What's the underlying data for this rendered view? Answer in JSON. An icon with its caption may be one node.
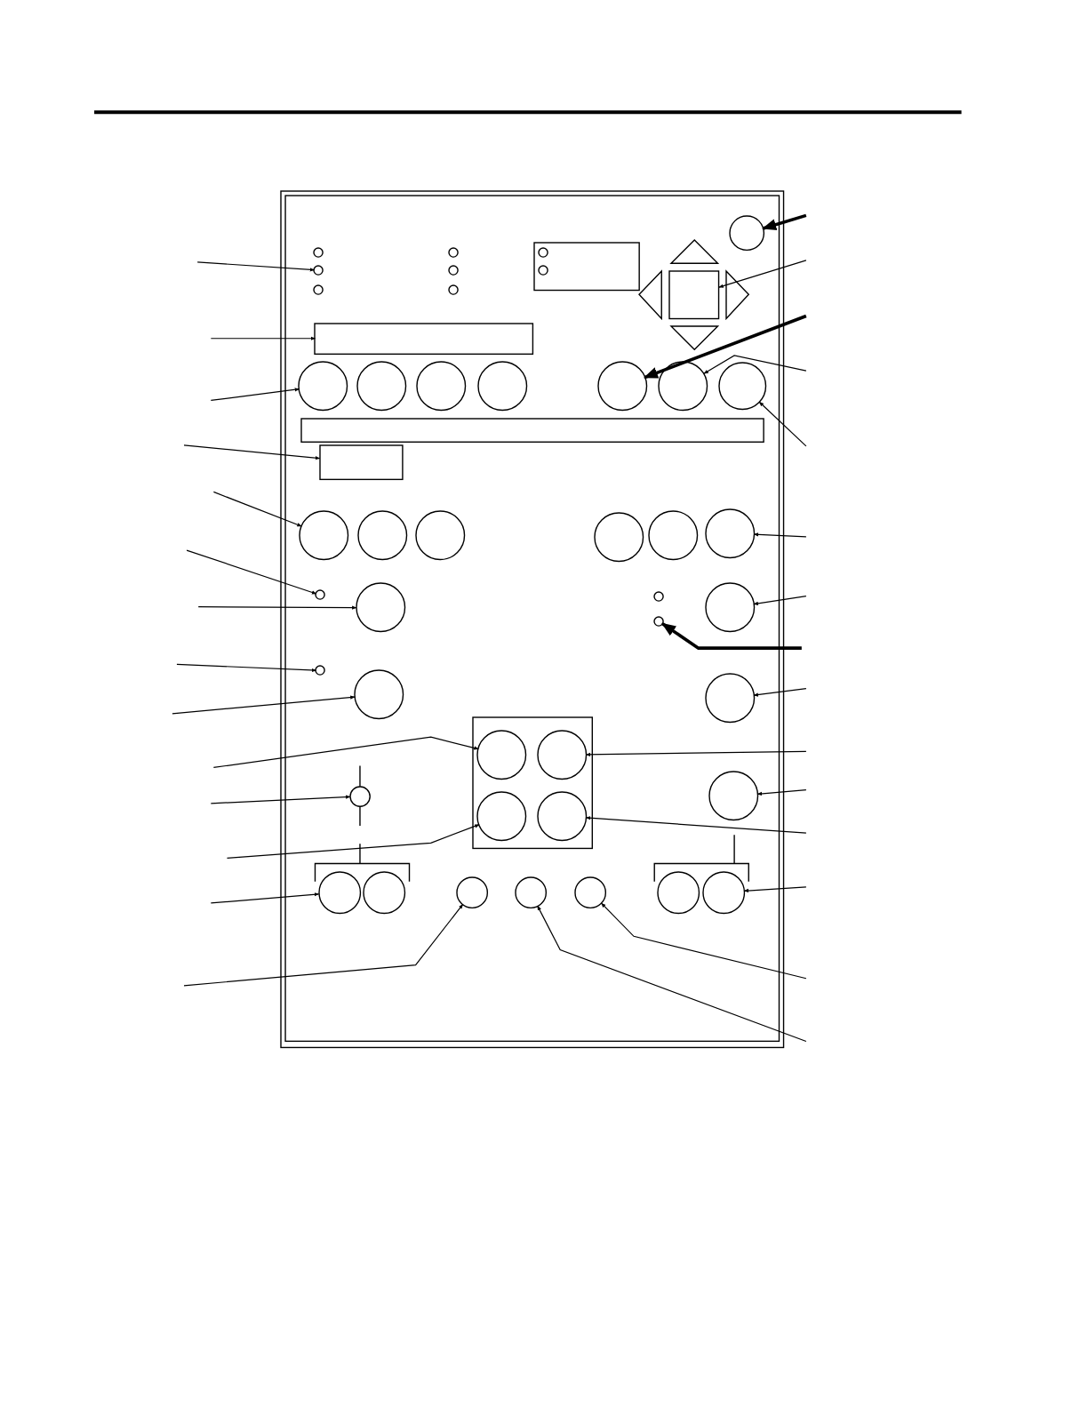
{
  "diagram": {
    "nodes": [
      {
        "text": [],
        "shape": "box"
      },
      {
        "text": [],
        "shape": "circle",
        "in": 0
      },
      {
        "text": [],
        "shape": "circle",
        "in": 0
      },
      {
        "text": [],
        "shape": "circle",
        "in": 0
      },
      {
        "text": [],
        "shape": "circle",
        "in": 0
      },
      {
        "text": [],
        "shape": "circle",
        "in": 0
      },
      {
        "text": [],
        "shape": "circle",
        "in": 0
      },
      {
        "text": [],
        "shape": "box",
        "in": 0
      },
      {
        "text": [],
        "shape": "circle",
        "in": 7
      },
      {
        "text": [],
        "shape": "circle",
        "in": 7
      },
      {
        "text": [],
        "shape": "circle",
        "in": 0
      },
      {
        "text": [],
        "shape": "triangle",
        "in": 0
      },
      {
        "text": [],
        "shape": "triangle",
        "in": 0
      },
      {
        "text": [],
        "shape": "box",
        "in": 0
      },
      {
        "text": [],
        "shape": "triangle",
        "in": 0
      },
      {
        "text": [],
        "shape": "triangle",
        "in": 0
      },
      {
        "text": [],
        "shape": "box",
        "in": 0
      },
      {
        "text": [],
        "shape": "circle",
        "in": 0
      },
      {
        "text": [],
        "shape": "circle",
        "in": 0
      },
      {
        "text": [],
        "shape": "circle",
        "in": 0
      },
      {
        "text": [],
        "shape": "circle",
        "in": 0
      },
      {
        "text": [],
        "shape": "circle",
        "in": 0
      },
      {
        "text": [],
        "shape": "circle",
        "in": 0
      },
      {
        "text": [],
        "shape": "circle",
        "in": 0
      },
      {
        "text": [],
        "shape": "bar",
        "in": 0
      },
      {
        "text": [],
        "shape": "box",
        "in": 0
      },
      {
        "text": [],
        "shape": "circle",
        "in": 0
      },
      {
        "text": [],
        "shape": "circle",
        "in": 0
      },
      {
        "text": [],
        "shape": "circle",
        "in": 0
      },
      {
        "text": [],
        "shape": "circle",
        "in": 0
      },
      {
        "text": [],
        "shape": "circle",
        "in": 0
      },
      {
        "text": [],
        "shape": "circle",
        "in": 0
      },
      {
        "text": [],
        "shape": "circle",
        "in": 0
      },
      {
        "text": [],
        "shape": "circle",
        "in": 0
      },
      {
        "text": [],
        "shape": "circle",
        "in": 0
      },
      {
        "text": [],
        "shape": "circle",
        "in": 0
      },
      {
        "text": [],
        "shape": "circle",
        "in": 0
      },
      {
        "text": [],
        "shape": "circle",
        "in": 0
      },
      {
        "text": [],
        "shape": "circle",
        "in": 0
      },
      {
        "text": [],
        "shape": "circle",
        "in": 0
      },
      {
        "text": [],
        "shape": "box",
        "in": 0
      },
      {
        "text": [],
        "shape": "circle",
        "in": 40
      },
      {
        "text": [],
        "shape": "circle",
        "in": 40
      },
      {
        "text": [],
        "shape": "circle",
        "in": 40
      },
      {
        "text": [],
        "shape": "circle",
        "in": 40
      },
      {
        "text": [],
        "shape": "circle",
        "in": 0
      },
      {
        "text": [],
        "shape": "circle",
        "in": 0
      },
      {
        "text": [],
        "shape": "circle",
        "in": 0
      },
      {
        "text": [],
        "shape": "circle",
        "in": 0
      },
      {
        "text": [],
        "shape": "circle",
        "in": 0
      },
      {
        "text": [],
        "shape": "circle",
        "in": 0
      },
      {
        "text": [],
        "shape": "circle",
        "in": 0
      },
      {
        "text": [],
        "shape": "circle",
        "in": 0
      },
      {
        "text": [],
        "shape": "circle",
        "in": 0
      }
    ],
    "edges": [
      {
        "from": null,
        "to": 2,
        "arrow": "to"
      },
      {
        "from": null,
        "to": 10,
        "arrow": "to",
        "style": "thick"
      },
      {
        "from": null,
        "to": 13,
        "arrow": "to"
      },
      {
        "from": null,
        "to": 16,
        "arrow": "to"
      },
      {
        "from": null,
        "to": 17,
        "arrow": "to"
      },
      {
        "from": null,
        "to": 21,
        "arrow": "to",
        "style": "thick"
      },
      {
        "from": null,
        "to": 22,
        "arrow": "to"
      },
      {
        "from": null,
        "to": 23,
        "arrow": "to"
      },
      {
        "from": null,
        "to": 25,
        "arrow": "to"
      },
      {
        "from": null,
        "to": 26,
        "arrow": "to"
      },
      {
        "from": null,
        "to": 31,
        "arrow": "to"
      },
      {
        "from": null,
        "to": 32,
        "arrow": "to"
      },
      {
        "from": null,
        "to": 33,
        "arrow": "to"
      },
      {
        "from": null,
        "to": 35,
        "arrow": "to",
        "style": "thick"
      },
      {
        "from": null,
        "to": 36,
        "arrow": "to"
      },
      {
        "from": null,
        "to": 37,
        "arrow": "to"
      },
      {
        "from": null,
        "to": 38,
        "arrow": "to"
      },
      {
        "from": null,
        "to": 39,
        "arrow": "to"
      },
      {
        "from": null,
        "to": 41,
        "arrow": "to"
      },
      {
        "from": null,
        "to": 42,
        "arrow": "to"
      },
      {
        "from": null,
        "to": 45,
        "arrow": "to"
      },
      {
        "from": null,
        "to": 43,
        "arrow": "to"
      },
      {
        "from": null,
        "to": 44,
        "arrow": "to"
      },
      {
        "from": null,
        "to": 46,
        "arrow": "to"
      },
      {
        "from": null,
        "to": 47,
        "arrow": "to"
      },
      {
        "from": null,
        "to": 53,
        "arrow": "to"
      },
      {
        "from": null,
        "to": 49,
        "arrow": "to"
      },
      {
        "from": null,
        "to": 51,
        "arrow": "to"
      },
      {
        "from": null,
        "to": 50,
        "arrow": "to"
      }
    ]
  }
}
